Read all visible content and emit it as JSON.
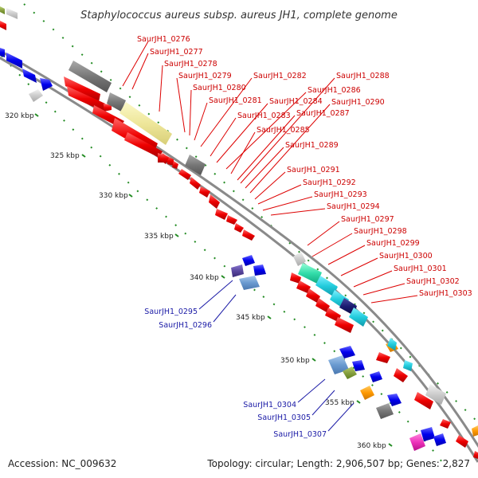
{
  "title": "Staphylococcus aureus subsp. aureus JH1, complete genome",
  "accession": "Accession: NC_009632",
  "summary": "Topology: circular; Length: 2,906,507 bp; Genes: 2,827",
  "colors": {
    "cds_forward": "#ee0000",
    "cds_reverse": "#0000ee",
    "rna": "#777777",
    "backbone": "#888888",
    "tick": "#228b22"
  },
  "kbp_labels": [
    "320 kbp",
    "325 kbp",
    "330 kbp",
    "335 kbp",
    "340 kbp",
    "345 kbp",
    "350 kbp",
    "355 kbp",
    "360 kbp"
  ],
  "forward_genes": [
    "SaurJH1_0276",
    "SaurJH1_0277",
    "SaurJH1_0278",
    "SaurJH1_0279",
    "SaurJH1_0280",
    "SaurJH1_0281",
    "SaurJH1_0282",
    "SaurJH1_0283",
    "SaurJH1_0284",
    "SaurJH1_0285",
    "SaurJH1_0286",
    "SaurJH1_0287",
    "SaurJH1_0288",
    "SaurJH1_0289",
    "SaurJH1_0290",
    "SaurJH1_0291",
    "SaurJH1_0292",
    "SaurJH1_0293",
    "SaurJH1_0294",
    "SaurJH1_0297",
    "SaurJH1_0298",
    "SaurJH1_0299",
    "SaurJH1_0300",
    "SaurJH1_0301",
    "SaurJH1_0302",
    "SaurJH1_0303"
  ],
  "reverse_genes": [
    "SaurJH1_0295",
    "SaurJH1_0296",
    "SaurJH1_0304",
    "SaurJH1_0305",
    "SaurJH1_0307"
  ]
}
